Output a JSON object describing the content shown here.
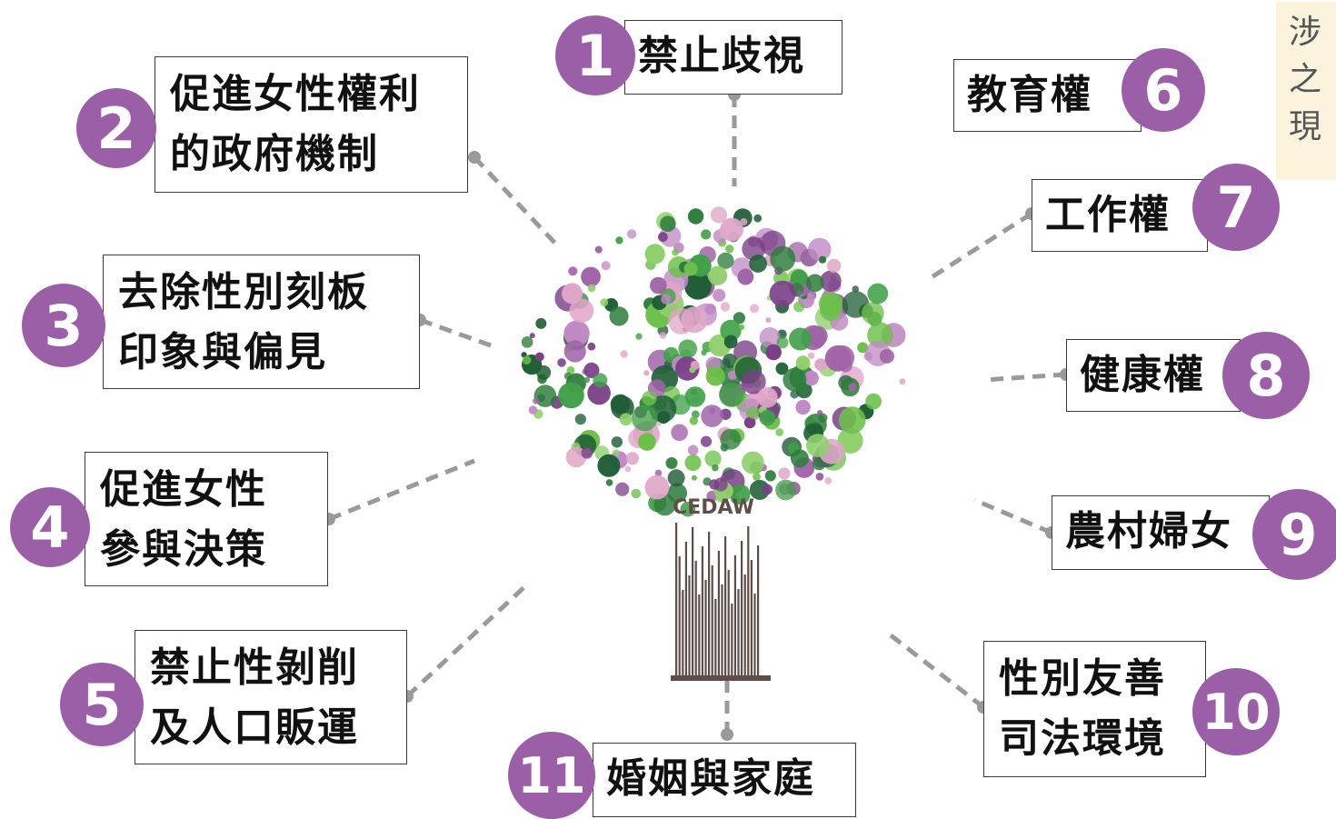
{
  "colors": {
    "accent": "#9b5fa8",
    "line": "#9a9a9a",
    "trunk": "#5e4d48",
    "leaf": [
      "#2e7d3c",
      "#3fa047",
      "#6cc04a",
      "#8fcf6a",
      "#1f5e36",
      "#a064a8",
      "#c08ac4",
      "#e0a6c8",
      "#7a3f87"
    ]
  },
  "center_label": "CEDAW",
  "items": [
    {
      "number": "1",
      "lines": [
        "禁止歧視"
      ]
    },
    {
      "number": "2",
      "lines": [
        "促進女性權利",
        "的政府機制"
      ]
    },
    {
      "number": "3",
      "lines": [
        "去除性別刻板",
        "印象與偏見"
      ]
    },
    {
      "number": "4",
      "lines": [
        "促進女性",
        "參與決策"
      ]
    },
    {
      "number": "5",
      "lines": [
        "禁止性剝削",
        "及人口販運"
      ]
    },
    {
      "number": "6",
      "lines": [
        "教育權"
      ]
    },
    {
      "number": "7",
      "lines": [
        "工作權"
      ]
    },
    {
      "number": "8",
      "lines": [
        "健康權"
      ]
    },
    {
      "number": "9",
      "lines": [
        "農村婦女"
      ]
    },
    {
      "number": "10",
      "lines": [
        "性別友善",
        "司法環境"
      ]
    },
    {
      "number": "11",
      "lines": [
        "婚姻與家庭"
      ]
    }
  ],
  "side_note": [
    "涉",
    "之",
    "現"
  ]
}
